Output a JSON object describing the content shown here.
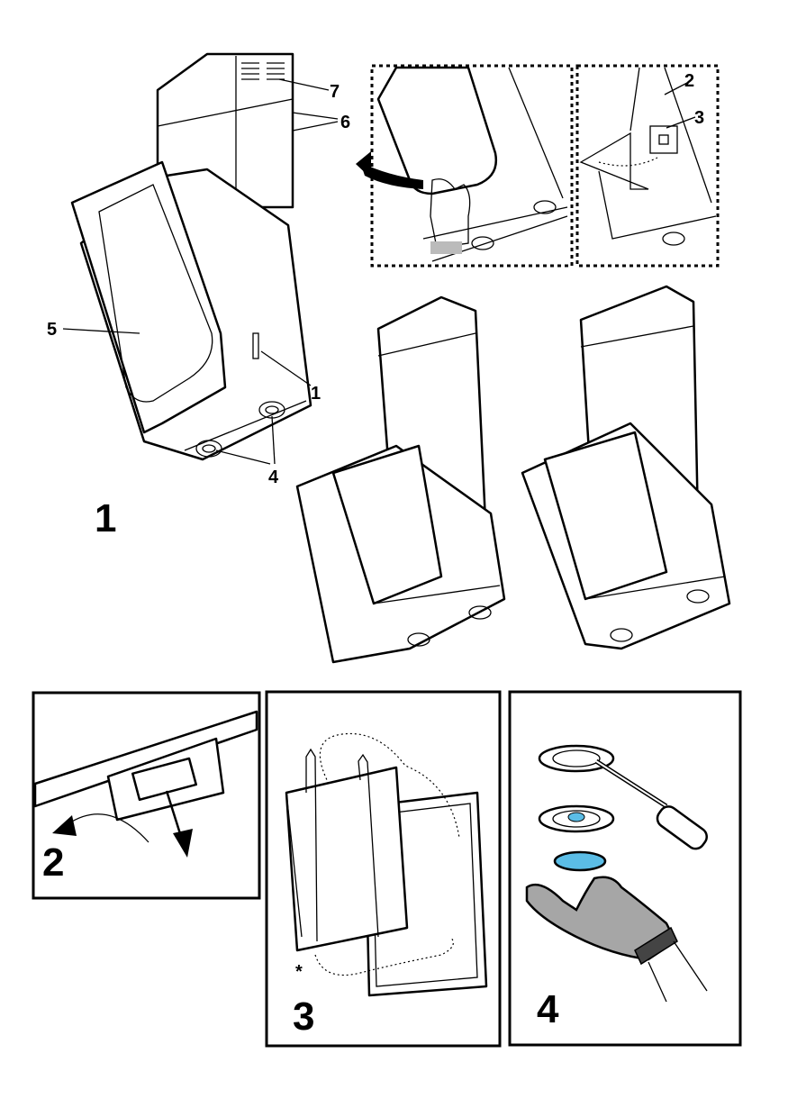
{
  "figure1": {
    "title": "1",
    "callouts": {
      "c1": "1",
      "c2": "2",
      "c3": "3",
      "c4": "4",
      "c5": "5",
      "c6": "6",
      "c7": "7"
    }
  },
  "figure2": {
    "title": "2"
  },
  "figure3": {
    "title": "3",
    "asterisk": "*"
  },
  "figure4": {
    "title": "4"
  },
  "colors": {
    "line": "#000000",
    "filter_blue": "#5bbde6",
    "glove_gray": "#a6a6a6"
  }
}
